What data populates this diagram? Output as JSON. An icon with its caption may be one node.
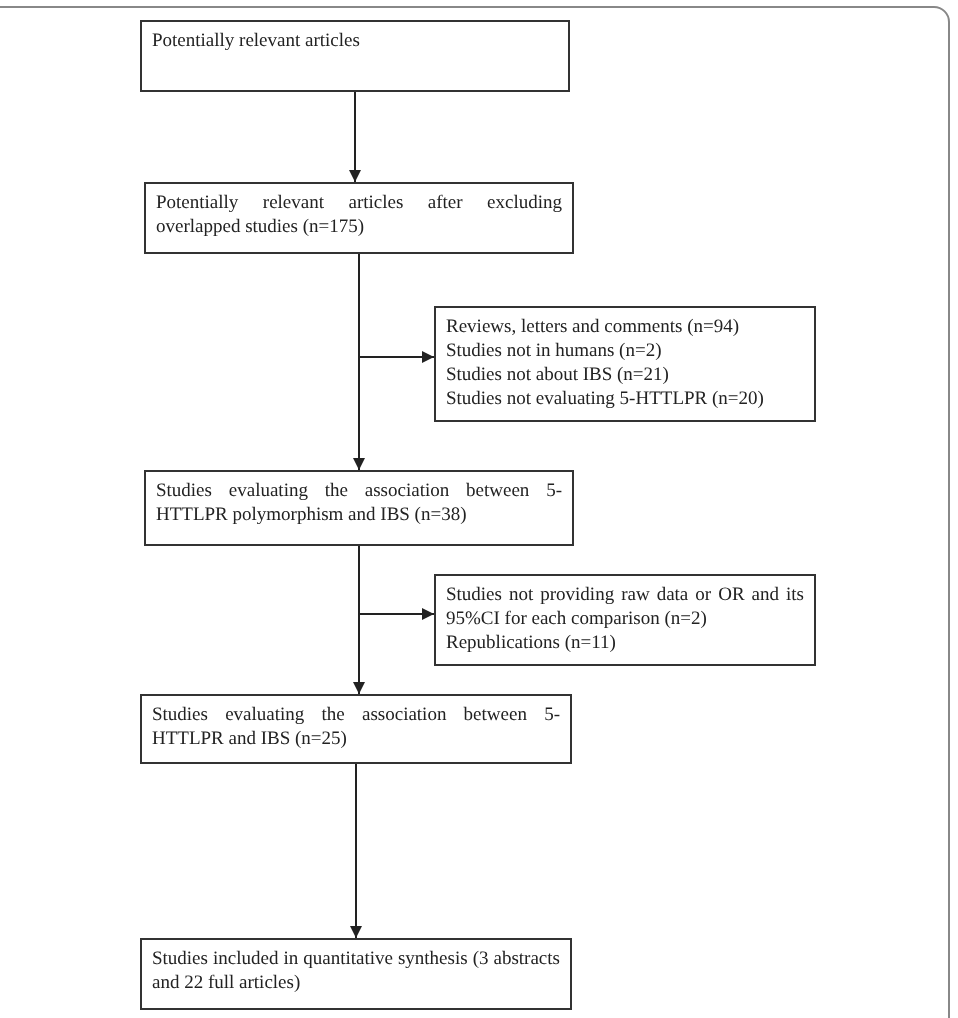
{
  "diagram": {
    "nodes": [
      {
        "text": [
          "Potentially relevant articles"
        ]
      },
      {
        "text": [
          "Potentially relevant articles after excluding overlapped studies (n=175)"
        ]
      },
      {
        "text": [
          "Reviews, letters and comments (n=94)",
          "Studies not in humans (n=2)",
          "Studies not about IBS (n=21)",
          "Studies not evaluating 5-HTTLPR (n=20)"
        ]
      },
      {
        "text": [
          "Studies evaluating the association between 5-HTTLPR polymorphism and IBS (n=38)"
        ]
      },
      {
        "text": [
          "Studies not providing raw data or OR and its 95%CI for each comparison (n=2)",
          "Republications (n=11)"
        ]
      },
      {
        "text": [
          "Studies evaluating the association between 5-HTTLPR and IBS (n=25)"
        ]
      },
      {
        "text": [
          "Studies included in quantitative synthesis (3 abstracts and 22 full articles)"
        ]
      }
    ],
    "edges": [
      {
        "from": 0,
        "to": 1,
        "arrow": "to"
      },
      {
        "from": 1,
        "to": 3,
        "arrow": "to"
      },
      {
        "from": 1,
        "to": 2,
        "arrow": "to"
      },
      {
        "from": 3,
        "to": 5,
        "arrow": "to"
      },
      {
        "from": 3,
        "to": 4,
        "arrow": "to"
      },
      {
        "from": 5,
        "to": 6,
        "arrow": "to"
      }
    ]
  }
}
